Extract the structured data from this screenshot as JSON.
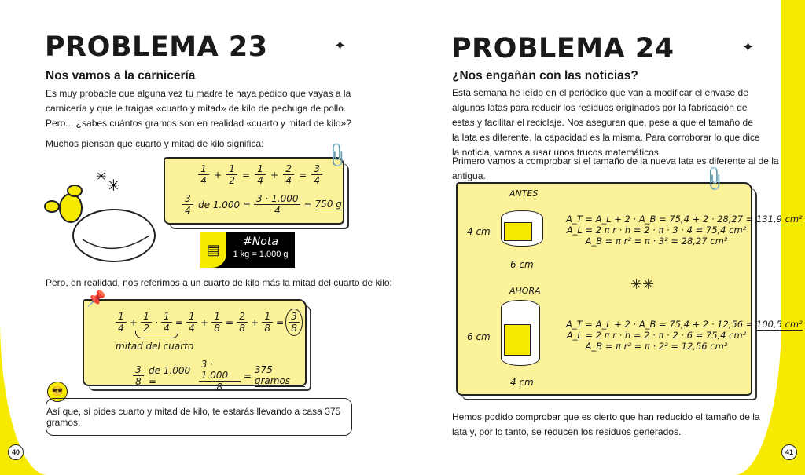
{
  "left": {
    "title": "PROBLEMA 23",
    "subtitle": "Nos vamos a la carnicería",
    "intro": "Es muy probable que alguna vez tu madre te haya pedido que vayas a la carnicería y que le traigas «cuarto y mitad» de kilo de pechuga de pollo. Pero... ¿sabes cuántos gramos son en realidad «cuarto y mitad de kilo»?",
    "lead1": "Muchos piensan que cuarto y mitad de kilo significa:",
    "eq1": [
      {
        "n": "1",
        "d": "4"
      },
      {
        "op": "+"
      },
      {
        "n": "1",
        "d": "2"
      },
      {
        "op": "="
      },
      {
        "n": "1",
        "d": "4"
      },
      {
        "op": "+"
      },
      {
        "n": "2",
        "d": "4"
      },
      {
        "op": "="
      },
      {
        "n": "3",
        "d": "4"
      }
    ],
    "eq2": [
      {
        "n": "3",
        "d": "4"
      },
      {
        "t": "de 1.000 ="
      },
      {
        "n": "3 · 1.000",
        "d": "4"
      },
      {
        "t": "="
      },
      {
        "u": "750 g"
      }
    ],
    "nota": {
      "title": "#Nota",
      "text": "1 kg = 1.000 g"
    },
    "lead2": "Pero, en realidad, nos referimos a un cuarto de kilo más la mitad del cuarto de kilo:",
    "eq3": [
      {
        "n": "1",
        "d": "4"
      },
      {
        "op": "+"
      },
      {
        "n": "1",
        "d": "2"
      },
      {
        "op": "·"
      },
      {
        "n": "1",
        "d": "4"
      },
      {
        "op": "="
      },
      {
        "n": "1",
        "d": "4"
      },
      {
        "op": "+"
      },
      {
        "n": "1",
        "d": "8"
      },
      {
        "op": "="
      },
      {
        "n": "2",
        "d": "8"
      },
      {
        "op": "+"
      },
      {
        "n": "1",
        "d": "8"
      },
      {
        "op": "="
      },
      {
        "n": "3",
        "d": "8",
        "c": true
      }
    ],
    "brace_label": "mitad del cuarto",
    "eq4": [
      {
        "n": "3",
        "d": "8"
      },
      {
        "t": "de 1.000 ="
      },
      {
        "n": "3 · 1.000",
        "d": "8"
      },
      {
        "t": "="
      },
      {
        "u": "375 gramos"
      }
    ],
    "conclusion": "Así que, si pides cuarto y mitad de kilo, te estarás llevando a casa 375 gramos.",
    "page_number": "40"
  },
  "right": {
    "title": "PROBLEMA 24",
    "subtitle": "¿Nos engañan con las noticias?",
    "intro": "Esta semana he leído en el periódico que van a modificar el envase de algunas latas para reducir los residuos originados por la fabricación de estas y facilitar el reciclaje. Nos aseguran que, pese a que el tamaño de la lata es diferente, la capacidad es la misma. Para corroborar lo que dice la noticia, vamos a usar unos trucos matemáticos.",
    "lead": "Primero vamos a comprobar si el tamaño de la nueva lata es diferente al de la antigua.",
    "antes": {
      "label": "ANTES",
      "height": "4 cm",
      "width": "6 cm",
      "lines": [
        "A_T = A_L + 2 · A_B = 75,4 + 2 · 28,27 = ",
        "A_L = 2 π r · h = 2 · π · 3 · 4 = 75,4 cm²",
        "A_B = π r² = π · 3² = 28,27 cm²"
      ],
      "result": "131,9 cm²"
    },
    "ahora": {
      "label": "AHORA",
      "height": "6 cm",
      "width": "4 cm",
      "lines": [
        "A_T = A_L + 2 · A_B = 75,4 + 2 · 12,56 = ",
        "A_L = 2 π r · h = 2 · π · 2 · 6 = 75,4 cm²",
        "A_B = π r² = π · 2² = 12,56 cm²"
      ],
      "result": "100,5 cm²"
    },
    "conclusion": "Hemos podido comprobar que es cierto que han reducido el tamaño de la lata y, por lo tanto, se reducen los residuos generados.",
    "page_number": "41"
  },
  "colors": {
    "accent": "#f6ea00",
    "note": "#fbf29a"
  }
}
